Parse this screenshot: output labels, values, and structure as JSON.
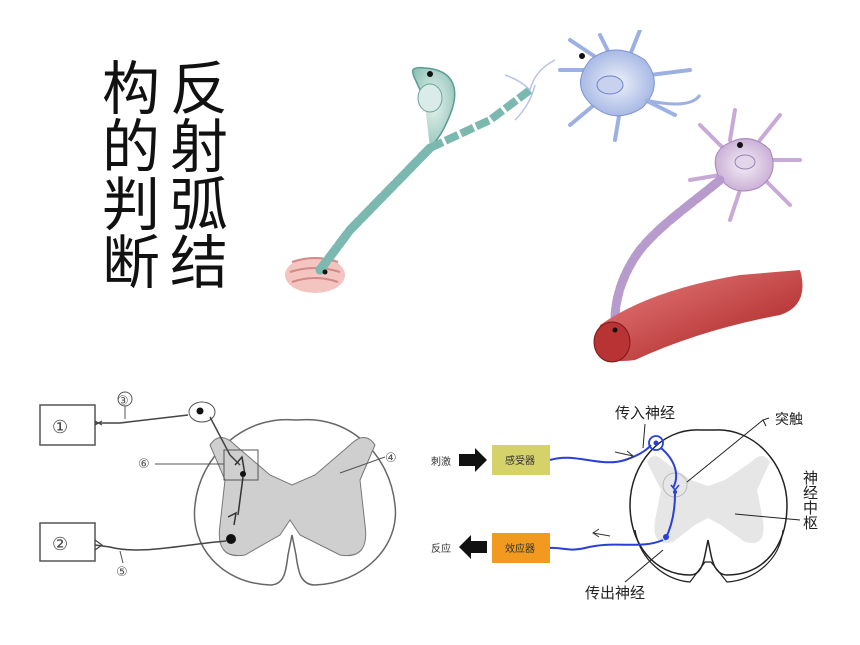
{
  "title": {
    "col1": "反射弧结",
    "col2": "构的判断"
  },
  "left_diagram": {
    "labels": {
      "n1": "①",
      "n2": "②",
      "n3": "③",
      "n4": "④",
      "n5": "⑤",
      "n6": "⑥"
    }
  },
  "right_diagram": {
    "stimulus": "刺激",
    "receptor": "感受器",
    "response": "反应",
    "effector": "效应器",
    "afferent_nerve": "传入神经",
    "efferent_nerve": "传出神经",
    "synapse": "突触",
    "center": "神经中枢",
    "colors": {
      "receptor": "#d6d26a",
      "effector": "#f19a1f",
      "nerve": "#2a3fd8"
    }
  }
}
